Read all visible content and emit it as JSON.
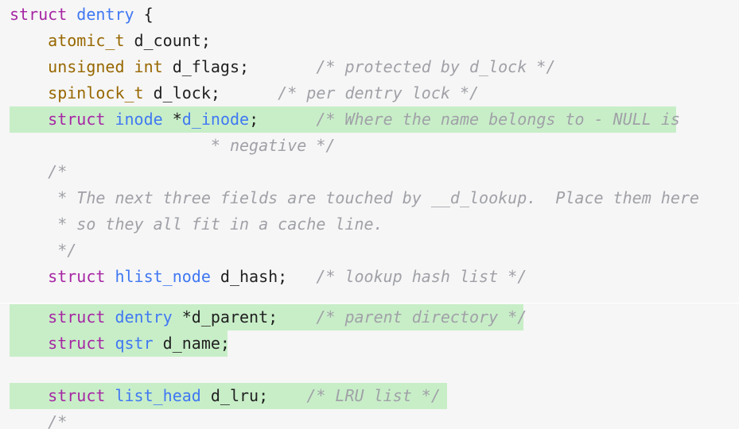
{
  "code": {
    "lines": [
      {
        "id": "struct-open",
        "tokens": [
          {
            "t": "kw",
            "v": "struct"
          },
          {
            "t": "pt",
            "v": " "
          },
          {
            "t": "tn",
            "v": "dentry"
          },
          {
            "t": "pt",
            "v": " {"
          }
        ]
      },
      {
        "id": "d-count",
        "tokens": [
          {
            "t": "pt",
            "v": "    "
          },
          {
            "t": "ty",
            "v": "atomic_t"
          },
          {
            "t": "nm",
            "v": " d_count;"
          }
        ]
      },
      {
        "id": "d-flags",
        "tokens": [
          {
            "t": "pt",
            "v": "    "
          },
          {
            "t": "ty",
            "v": "unsigned"
          },
          {
            "t": "pt",
            "v": " "
          },
          {
            "t": "ty",
            "v": "int"
          },
          {
            "t": "nm",
            "v": " d_flags;"
          },
          {
            "t": "pt",
            "v": "       "
          },
          {
            "t": "cm",
            "v": "/* protected by d_lock */"
          }
        ]
      },
      {
        "id": "d-lock",
        "tokens": [
          {
            "t": "pt",
            "v": "    "
          },
          {
            "t": "ty",
            "v": "spinlock_t"
          },
          {
            "t": "nm",
            "v": " d_lock;"
          },
          {
            "t": "pt",
            "v": "      "
          },
          {
            "t": "cm",
            "v": "/* per dentry lock */"
          }
        ]
      },
      {
        "id": "d-inode",
        "tokens": [
          {
            "t": "pt",
            "v": "    "
          },
          {
            "t": "kw",
            "v": "struct"
          },
          {
            "t": "pt",
            "v": " "
          },
          {
            "t": "tn",
            "v": "inode"
          },
          {
            "t": "nm",
            "v": " *"
          },
          {
            "t": "tn",
            "v": "d_inode"
          },
          {
            "t": "nm",
            "v": ";"
          },
          {
            "t": "pt",
            "v": "      "
          },
          {
            "t": "cm",
            "v": "/* Where the name belongs to - NULL is"
          }
        ]
      },
      {
        "id": "d-inode-cont",
        "tokens": [
          {
            "t": "pt",
            "v": "                     "
          },
          {
            "t": "cm",
            "v": "* negative */"
          }
        ]
      },
      {
        "id": "comment-open",
        "tokens": [
          {
            "t": "pt",
            "v": "    "
          },
          {
            "t": "cm",
            "v": "/*"
          }
        ]
      },
      {
        "id": "comment-l1",
        "tokens": [
          {
            "t": "pt",
            "v": "     "
          },
          {
            "t": "cm",
            "v": "* The next three fields are touched by __d_lookup.  Place them here"
          }
        ]
      },
      {
        "id": "comment-l2",
        "tokens": [
          {
            "t": "pt",
            "v": "     "
          },
          {
            "t": "cm",
            "v": "* so they all fit in a cache line."
          }
        ]
      },
      {
        "id": "comment-close",
        "tokens": [
          {
            "t": "pt",
            "v": "     "
          },
          {
            "t": "cm",
            "v": "*/"
          }
        ]
      },
      {
        "id": "d-hash",
        "tokens": [
          {
            "t": "pt",
            "v": "    "
          },
          {
            "t": "kw",
            "v": "struct"
          },
          {
            "t": "pt",
            "v": " "
          },
          {
            "t": "tn",
            "v": "hlist_node"
          },
          {
            "t": "nm",
            "v": " d_hash;"
          },
          {
            "t": "pt",
            "v": "   "
          },
          {
            "t": "cm",
            "v": "/* lookup hash list */"
          }
        ]
      },
      {
        "id": "d-parent",
        "tokens": [
          {
            "t": "pt",
            "v": "    "
          },
          {
            "t": "kw",
            "v": "struct"
          },
          {
            "t": "pt",
            "v": " "
          },
          {
            "t": "tn",
            "v": "dentry"
          },
          {
            "t": "nm",
            "v": " *d_parent;"
          },
          {
            "t": "pt",
            "v": "    "
          },
          {
            "t": "cm",
            "v": "/* parent directory */"
          }
        ]
      },
      {
        "id": "d-name",
        "tokens": [
          {
            "t": "pt",
            "v": "    "
          },
          {
            "t": "kw",
            "v": "struct"
          },
          {
            "t": "pt",
            "v": " "
          },
          {
            "t": "tn",
            "v": "qstr"
          },
          {
            "t": "nm",
            "v": " d_name;"
          }
        ]
      },
      {
        "id": "blank",
        "tokens": []
      },
      {
        "id": "d-lru",
        "tokens": [
          {
            "t": "pt",
            "v": "    "
          },
          {
            "t": "kw",
            "v": "struct"
          },
          {
            "t": "pt",
            "v": " "
          },
          {
            "t": "tn",
            "v": "list_head"
          },
          {
            "t": "nm",
            "v": " d_lru;"
          },
          {
            "t": "pt",
            "v": "    "
          },
          {
            "t": "cm",
            "v": "/* LRU list */"
          }
        ]
      },
      {
        "id": "comment2-open",
        "tokens": [
          {
            "t": "pt",
            "v": "    "
          },
          {
            "t": "cm",
            "v": "/*"
          }
        ]
      }
    ]
  },
  "colors": {
    "highlight": "#c8eec8",
    "keyword": "#a626a4",
    "type": "#986801",
    "type_name": "#4078f2",
    "comment": "#a0a1a7",
    "text": "#212121",
    "background": "#f6f6f6"
  }
}
